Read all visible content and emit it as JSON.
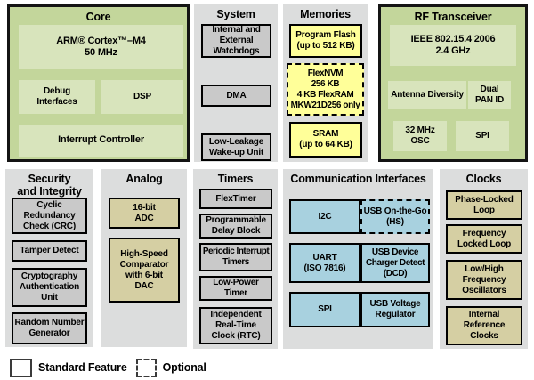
{
  "panels": {
    "core": {
      "title": "Core",
      "arm": "ARM® Cortex™–M4\n50 MHz",
      "debug": "Debug\nInterfaces",
      "dsp": "DSP",
      "interrupt": "Interrupt Controller"
    },
    "system": {
      "title": "System",
      "watchdogs": "Internal and\nExternal\nWatchdogs",
      "dma": "DMA",
      "llwu": "Low-Leakage\nWake-up Unit"
    },
    "memories": {
      "title": "Memories",
      "flash": "Program Flash\n(up to 512 KB)",
      "flexnvm": "FlexNVM\n256 KB\n4 KB FlexRAM\nMKW21D256 only",
      "sram": "SRAM\n(up to 64 KB)"
    },
    "rf": {
      "title": "RF Transceiver",
      "ieee": "IEEE 802.15.4 2006\n2.4 GHz",
      "antenna": "Antenna Diversity",
      "dualpan": "Dual\nPAN ID",
      "osc": "32 MHz\nOSC",
      "spi": "SPI"
    },
    "security": {
      "title": "Security\nand Integrity",
      "crc": "Cyclic\nRedundancy\nCheck (CRC)",
      "tamper": "Tamper Detect",
      "crypto": "Cryptography\nAuthentication\nUnit",
      "rng": "Random Number\nGenerator"
    },
    "analog": {
      "title": "Analog",
      "adc": "16-bit\nADC",
      "comparator": "High-Speed\nComparator\nwith 6-bit\nDAC"
    },
    "timers": {
      "title": "Timers",
      "flextimer": "FlexTimer",
      "pdb": "Programmable\nDelay Block",
      "pit": "Periodic Interrupt\nTimers",
      "lptimer": "Low-Power\nTimer",
      "rtc": "Independent\nReal-Time\nClock (RTC)"
    },
    "comm": {
      "title": "Communication Interfaces",
      "i2c": "I2C",
      "usbotg": "USB On-the-Go\n(HS)",
      "uart": "UART\n(ISO 7816)",
      "usbdcd": "USB Device\nCharger Detect\n(DCD)",
      "spi": "SPI",
      "usbvreg": "USB Voltage\nRegulator"
    },
    "clocks": {
      "title": "Clocks",
      "pll": "Phase-Locked\nLoop",
      "fll": "Frequency\nLocked Loop",
      "oscillators": "Low/High\nFrequency\nOscillators",
      "irc": "Internal\nReference\nClocks"
    }
  },
  "legend": {
    "standard": "Standard Feature",
    "optional": "Optional"
  },
  "colors": {
    "green_panel": "#c3d69b",
    "green_block": "#d8e4bc",
    "gray_panel": "#dcdddd",
    "gray_block": "#c9c9c9",
    "yellow_block": "#ffff99",
    "blue_block": "#a8d1df",
    "tan_block": "#d5cfa3",
    "border": "#000000"
  }
}
